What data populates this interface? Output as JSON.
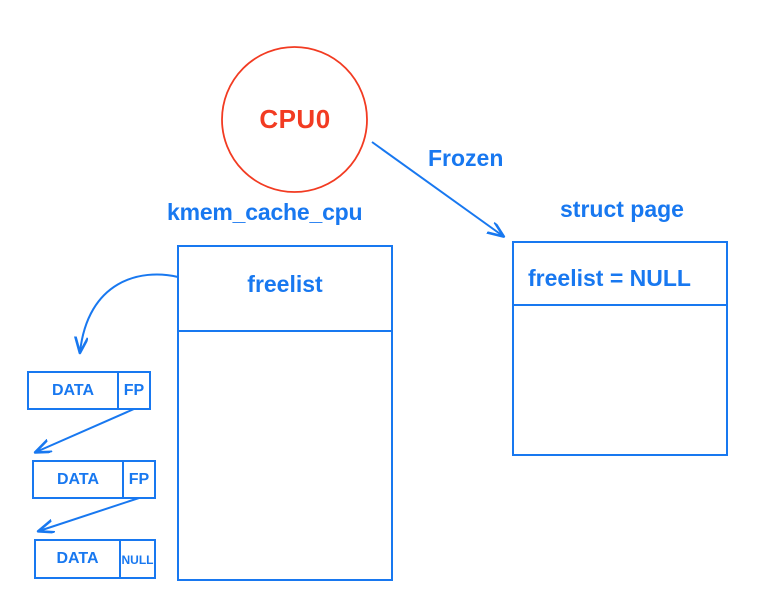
{
  "diagram": {
    "title_labels": {
      "kmem_cache_cpu": "kmem_cache_cpu",
      "struct_page": "struct page",
      "frozen": "Frozen"
    },
    "cpu_node": {
      "label": "CPU0",
      "color": "#f23b22",
      "shape": "circle"
    },
    "kmem_cache_cpu_box": {
      "rows": [
        {
          "label": "freelist"
        },
        {
          "label": ""
        }
      ]
    },
    "struct_page_box": {
      "rows": [
        {
          "label": "freelist = NULL"
        },
        {
          "label": ""
        }
      ]
    },
    "object_chain": [
      {
        "data": "DATA",
        "pointer": "FP"
      },
      {
        "data": "DATA",
        "pointer": "FP"
      },
      {
        "data": "DATA",
        "pointer": "NULL"
      }
    ],
    "colors": {
      "line": "#1878f0",
      "text": "#1878f0",
      "cpu": "#f23b22",
      "background": "#ffffff"
    },
    "arrows": [
      {
        "name": "cpu-to-struct-page",
        "label": "Frozen"
      },
      {
        "name": "freelist-to-first-object",
        "label": ""
      },
      {
        "name": "object1-to-object2",
        "label": ""
      },
      {
        "name": "object2-to-object3",
        "label": ""
      }
    ]
  }
}
